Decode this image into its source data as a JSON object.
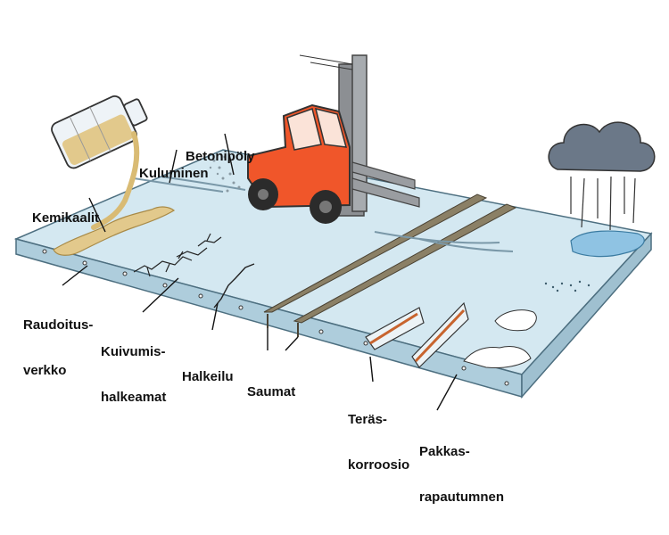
{
  "labels": {
    "betonipoly": "Betonipöly",
    "kuluminen": "Kuluminen",
    "kemikaalit": "Kemikaalit",
    "raudoitus_1": "Raudoitus-",
    "raudoitus_2": "verkko",
    "kuivumis_1": "Kuivumis-",
    "kuivumis_2": "halkeamat",
    "halkeilu": "Halkeilu",
    "saumat": "Saumat",
    "teras_1": "Teräs-",
    "teras_2": "korroosio",
    "pakkas_1": "Pakkas-",
    "pakkas_2": "rapautumnen"
  },
  "colors": {
    "slab_top": "#d4e8f1",
    "slab_side": "#aecddc",
    "slab_edge": "#8fb4c6",
    "forklift_body": "#f0562a",
    "forklift_mast": "#8c8f93",
    "cloud": "#6b7888",
    "puddle": "#8fc3e3",
    "chemical": "#e2c98c",
    "joint": "#8b8066",
    "rust": "#c8642e"
  },
  "icons": {
    "forklift": "forklift-icon",
    "bottle": "chemical-bottle-icon",
    "cloud": "rain-cloud-icon"
  }
}
